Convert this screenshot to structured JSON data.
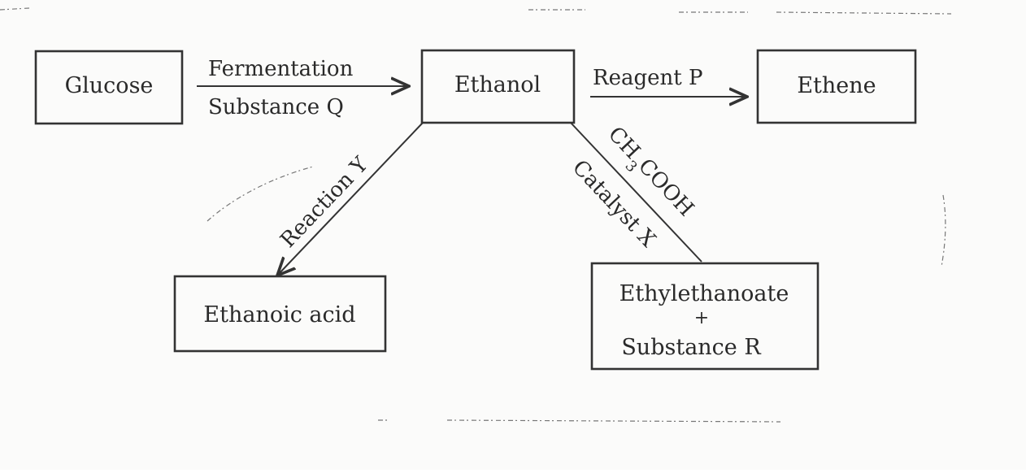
{
  "diagram": {
    "nodes": {
      "glucose": "Glucose",
      "ethanol": "Ethanol",
      "ethene": "Ethene",
      "ethanoic_acid": "Ethanoic acid",
      "ester_line1": "Ethylethanoate",
      "ester_plus": "+",
      "ester_line2": "Substance R"
    },
    "edges": {
      "fermentation": "Fermentation",
      "substance_q": "Substance Q",
      "reagent_p": "Reagent P",
      "reaction_y": "Reaction Y",
      "acetic_prefix": "CH",
      "acetic_subscript": "3",
      "acetic_suffix": "COOH",
      "catalyst_x": "Catalyst X"
    }
  }
}
